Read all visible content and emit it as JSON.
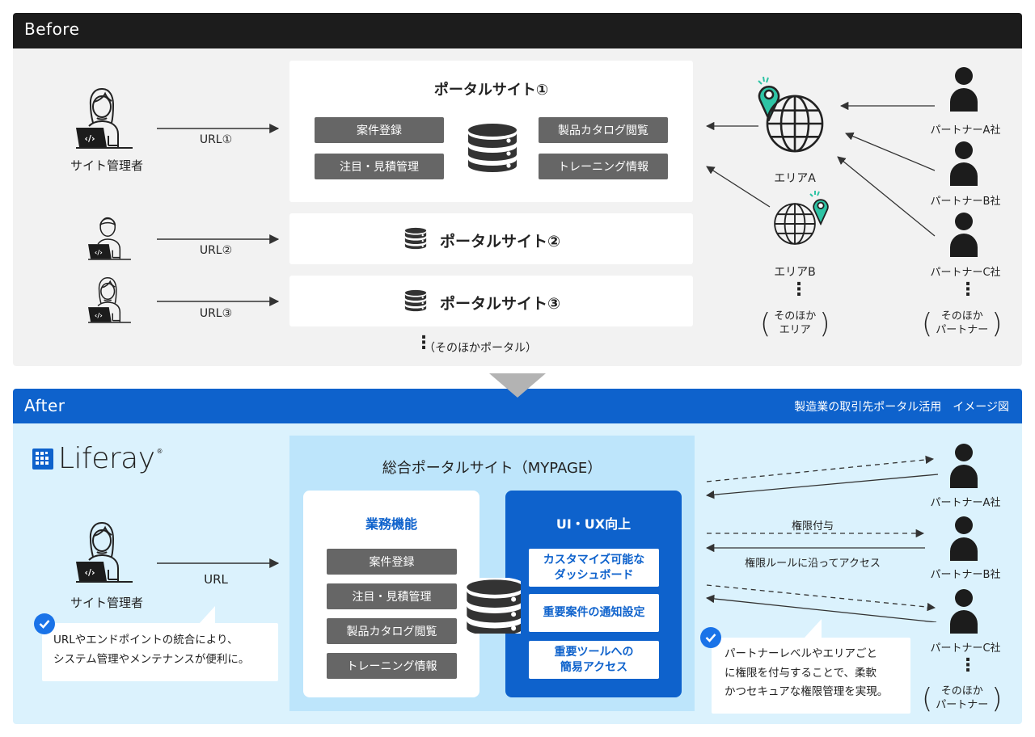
{
  "before": {
    "title": "Before",
    "admins": [
      {
        "label": "サイト管理者",
        "url": "URL①"
      },
      {
        "url": "URL②"
      },
      {
        "url": "URL③"
      }
    ],
    "portal1": {
      "title": "ポータルサイト①",
      "features_left": [
        "案件登録",
        "注目・見積管理"
      ],
      "features_right": [
        "製品カタログ閲覧",
        "トレーニング情報"
      ]
    },
    "portal2": {
      "title": "ポータルサイト②"
    },
    "portal3": {
      "title": "ポータルサイト③"
    },
    "other_portals": "（そのほかポータル）",
    "areas": [
      "エリアA",
      "エリアB"
    ],
    "other_areas": [
      "そのほか",
      "エリア"
    ],
    "partners": [
      "パートナーA社",
      "パートナーB社",
      "パートナーC社"
    ],
    "other_partners": [
      "そのほか",
      "パートナー"
    ]
  },
  "after": {
    "title": "After",
    "subtitle": "製造業の取引先ポータル活用　イメージ図",
    "logo_text": "Liferay",
    "logo_reg": "®",
    "admin": {
      "label": "サイト管理者",
      "url": "URL"
    },
    "admin_callout": [
      "URLやエンドポイントの統合により、",
      "システム管理やメンテナンスが便利に。"
    ],
    "mypage": {
      "title": "総合ポータルサイト（MYPAGE）",
      "biz": {
        "title": "業務機能",
        "items": [
          "案件登録",
          "注目・見積管理",
          "製品カタログ閲覧",
          "トレーニング情報"
        ]
      },
      "uiux": {
        "title": "UI・UX向上",
        "items": [
          [
            "カスタマイズ可能な",
            "ダッシュボード"
          ],
          [
            "重要案件の通知設定"
          ],
          [
            "重要ツールへの",
            "簡易アクセス"
          ]
        ]
      }
    },
    "arrow_labels": {
      "grant": "権限付与",
      "access": "権限ルールに沿ってアクセス"
    },
    "partners": [
      "パートナーA社",
      "パートナーB社",
      "パートナーC社"
    ],
    "other_partners": [
      "そのほか",
      "パートナー"
    ],
    "partner_callout": [
      "パートナーレベルやエリアごと",
      "に権限を付与することで、柔軟",
      "かつセキュアな権限管理を実現。"
    ]
  },
  "colors": {
    "before_header": "#1c1c1c",
    "after_header": "#0e62cc",
    "after_bg": "#dbf2fd",
    "mypage_bg": "#bde5fb",
    "pin": "#2ec4a5",
    "check": "#1a73e8"
  }
}
